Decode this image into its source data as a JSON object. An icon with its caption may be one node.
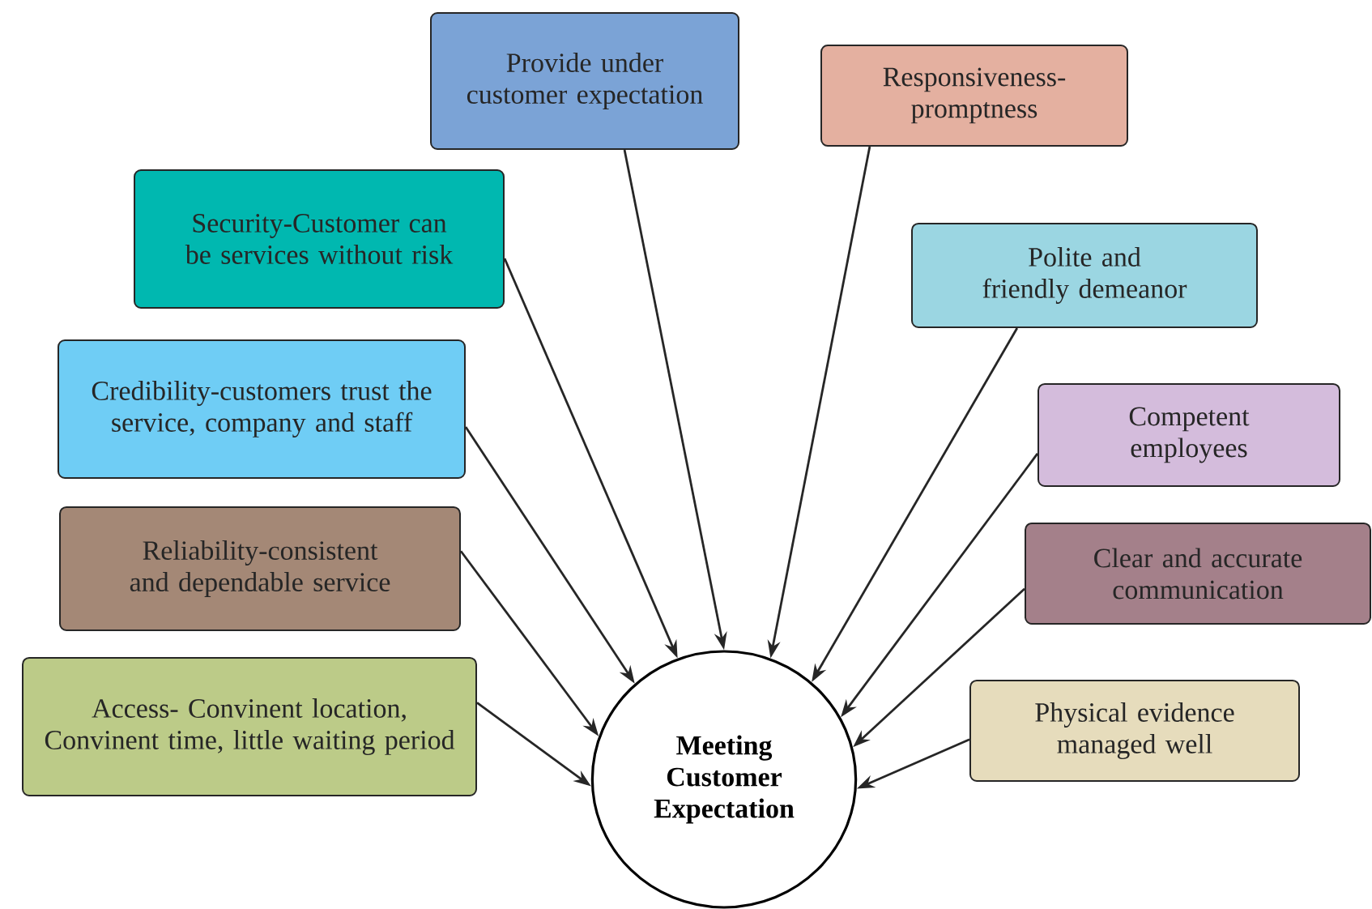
{
  "diagram": {
    "nodes": [
      {
        "text": [
          "Provide under customer expectation"
        ]
      },
      {
        "text": [
          "Responsiveness-promptness"
        ]
      },
      {
        "text": [
          "Security-Customer can be services without risk"
        ]
      },
      {
        "text": [
          "Polite and friendly demeanor"
        ]
      },
      {
        "text": [
          "Credibility-customers trust the service, company and staff"
        ]
      },
      {
        "text": [
          "Competent employees"
        ]
      },
      {
        "text": [
          "Clear and accurate communication"
        ]
      },
      {
        "text": [
          "Reliability-consistent and dependable service"
        ]
      },
      {
        "text": [
          "Physical evidence managed well"
        ]
      },
      {
        "text": [
          "Access- Convinent location, Convinent time, little waiting period"
        ]
      },
      {
        "text": [
          "Meeting Customer Expectation"
        ]
      }
    ],
    "edges": [
      {
        "from": 0,
        "to": 10,
        "arrow": "to"
      },
      {
        "from": 1,
        "to": 10,
        "arrow": "to"
      },
      {
        "from": 2,
        "to": 10,
        "arrow": "to"
      },
      {
        "from": 3,
        "to": 10,
        "arrow": "to"
      },
      {
        "from": 4,
        "to": 10,
        "arrow": "to"
      },
      {
        "from": 5,
        "to": 10,
        "arrow": "to"
      },
      {
        "from": 6,
        "to": 10,
        "arrow": "to"
      },
      {
        "from": 7,
        "to": 10,
        "arrow": "to"
      },
      {
        "from": 8,
        "to": 10,
        "arrow": "to"
      },
      {
        "from": 9,
        "to": 10,
        "arrow": "to"
      }
    ]
  }
}
